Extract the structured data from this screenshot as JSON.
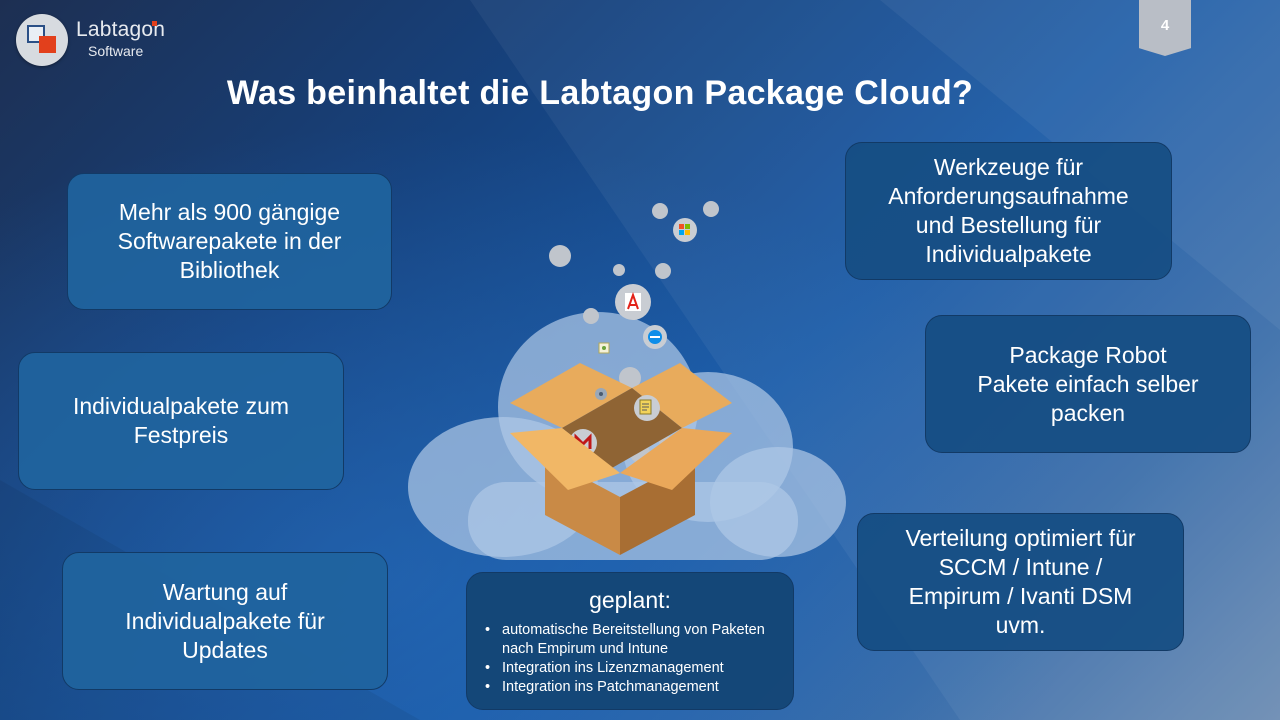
{
  "logo": {
    "name": "Labtagon",
    "sub": "Software"
  },
  "page_number": "4",
  "title": "Was beinhaltet die Labtagon Package Cloud?",
  "boxes": {
    "bibliothek": [
      "Mehr als 900 gängige",
      "Softwarepakete in der",
      "Bibliothek"
    ],
    "festpreis": [
      "Individualpakete zum",
      "Festpreis"
    ],
    "wartung": [
      "Wartung auf",
      "Individualpakete für",
      "Updates"
    ],
    "werkzeuge": [
      "Werkzeuge für",
      "Anforderungsaufnahme",
      "und Bestellung für",
      "Individualpakete"
    ],
    "robot": [
      "Package Robot",
      "Pakete einfach selber",
      "packen"
    ],
    "verteilung": [
      "Verteilung optimiert für",
      "SCCM / Intune /",
      "Empirum / Ivanti DSM",
      "uvm."
    ]
  },
  "planned": {
    "title": "geplant:",
    "items": [
      "automatische Bereitstellung von Paketen nach Empirum und Intune",
      "Integration ins Lizenzmanagement",
      "Integration ins Patchmanagement"
    ]
  },
  "icons": [
    "microsoft-logo-icon",
    "adobe-logo-icon",
    "teamviewer-logo-icon",
    "mcafee-logo-icon",
    "app-icon",
    "disk-icon",
    "notepad-icon"
  ],
  "colors": {
    "accent_red": "#e2401c",
    "box_fill": "#1f649e",
    "box_border": "#123a66"
  }
}
